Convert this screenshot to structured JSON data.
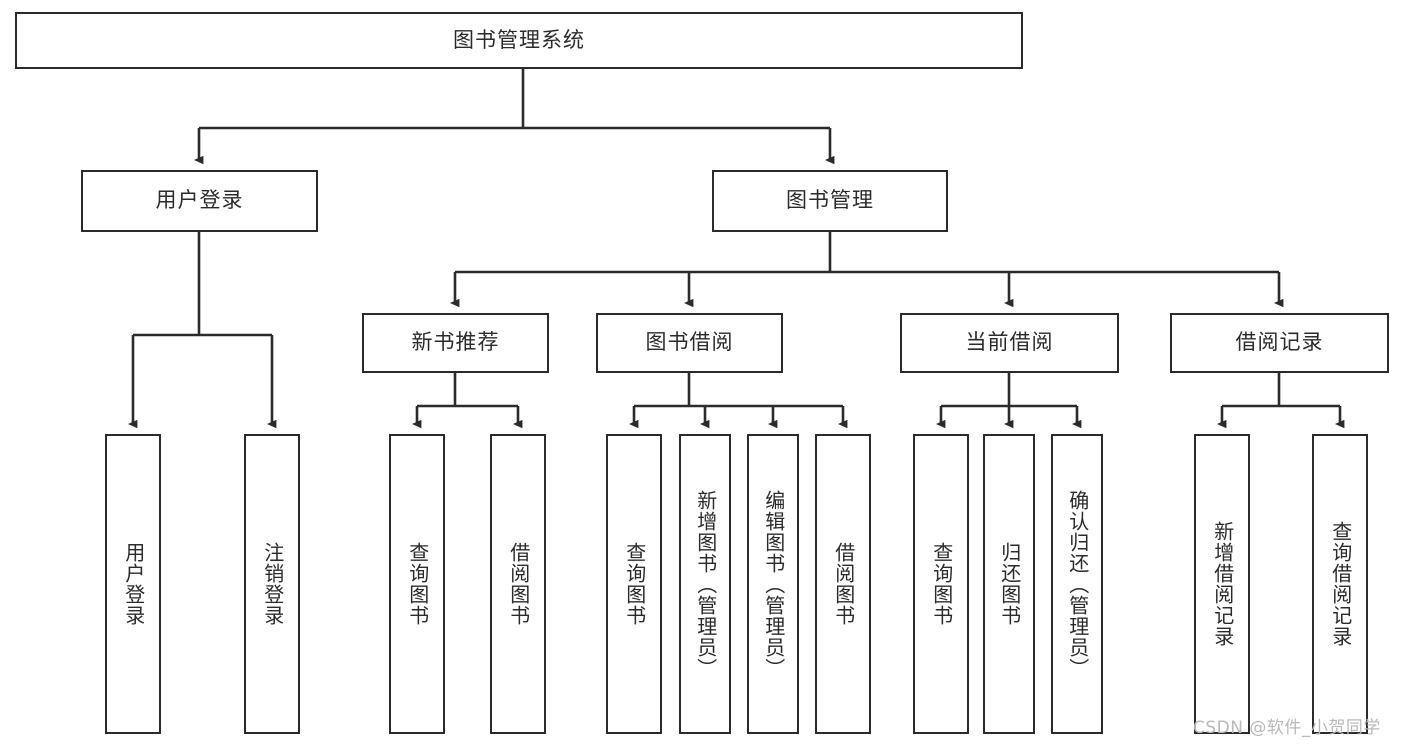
{
  "diagram": {
    "type": "tree-hierarchy",
    "title": "图书管理系统",
    "root": {
      "id": "root",
      "label": "图书管理系统"
    },
    "level2": [
      {
        "id": "user-login",
        "label": "用户登录"
      },
      {
        "id": "book-manage",
        "label": "图书管理"
      }
    ],
    "level3": [
      {
        "id": "new-book-recommend",
        "label": "新书推荐",
        "parent": "book-manage"
      },
      {
        "id": "book-borrow",
        "label": "图书借阅",
        "parent": "book-manage"
      },
      {
        "id": "current-borrow",
        "label": "当前借阅",
        "parent": "book-manage"
      },
      {
        "id": "borrow-record",
        "label": "借阅记录",
        "parent": "book-manage"
      }
    ],
    "leaves": [
      {
        "id": "leaf-user-login",
        "label": "用户登录",
        "parent": "user-login"
      },
      {
        "id": "leaf-logout-login",
        "label": "注销登录",
        "parent": "user-login"
      },
      {
        "id": "leaf-query-book-1",
        "label": "查询图书",
        "parent": "new-book-recommend"
      },
      {
        "id": "leaf-borrow-book-1",
        "label": "借阅图书",
        "parent": "new-book-recommend"
      },
      {
        "id": "leaf-query-book-2",
        "label": "查询图书",
        "parent": "book-borrow"
      },
      {
        "id": "leaf-add-book",
        "label": "新增图书（管理员）",
        "parent": "book-borrow"
      },
      {
        "id": "leaf-edit-book",
        "label": "编辑图书（管理员）",
        "parent": "book-borrow"
      },
      {
        "id": "leaf-borrow-book-2",
        "label": "借阅图书",
        "parent": "book-borrow"
      },
      {
        "id": "leaf-query-book-3",
        "label": "查询图书",
        "parent": "current-borrow"
      },
      {
        "id": "leaf-return-book",
        "label": "归还图书",
        "parent": "current-borrow"
      },
      {
        "id": "leaf-confirm-return",
        "label": "确认归还（管理员）",
        "parent": "current-borrow"
      },
      {
        "id": "leaf-add-record",
        "label": "新增借阅记录",
        "parent": "borrow-record"
      },
      {
        "id": "leaf-query-record",
        "label": "查询借阅记录",
        "parent": "borrow-record"
      }
    ],
    "watermark": "CSDN @软件_小贺同学",
    "colors": {
      "stroke": "#2b2b2b",
      "fill": "#ffffff",
      "text": "#2b2b2b",
      "watermark": "#b9b9b9"
    }
  }
}
